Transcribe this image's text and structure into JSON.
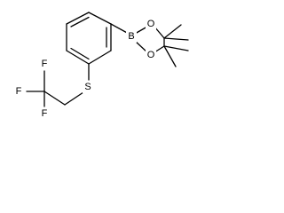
{
  "structure": {
    "atoms": {
      "fluorine_1": "F",
      "fluorine_2": "F",
      "fluorine_3": "F",
      "sulfur": "S",
      "boron": "B",
      "oxygen_top": "O",
      "oxygen_bottom": "O"
    }
  }
}
